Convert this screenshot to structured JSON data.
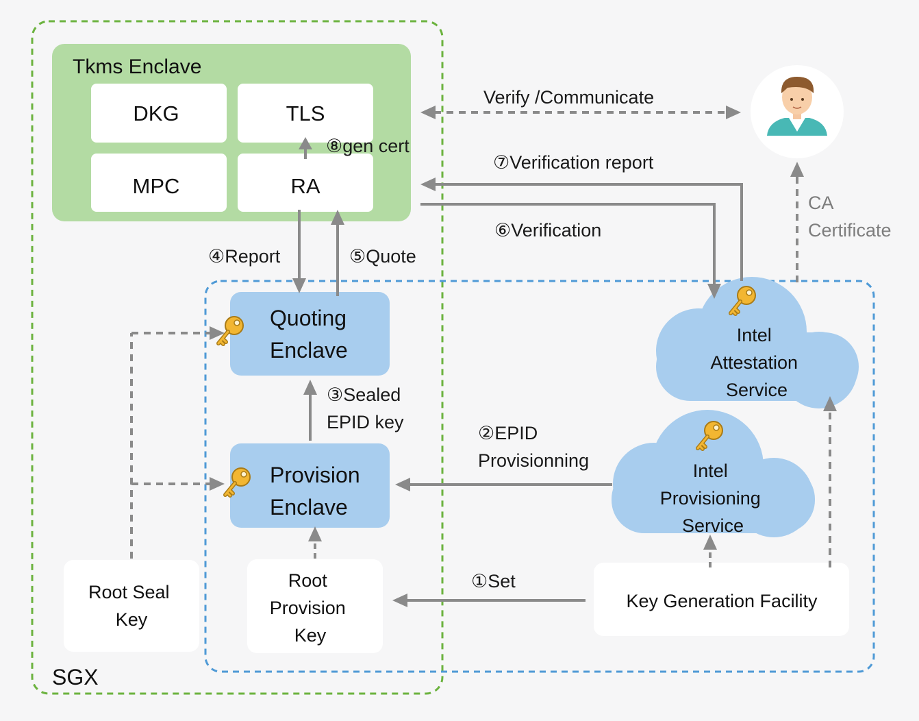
{
  "groups": {
    "tkms": {
      "title": "Tkms Enclave",
      "modules": {
        "dkg": "DKG",
        "tls": "TLS",
        "mpc": "MPC",
        "ra": "RA"
      }
    },
    "sgx_label": "SGX"
  },
  "enclaves": {
    "quoting": [
      "Quoting",
      "Enclave"
    ],
    "provision": [
      "Provision",
      "Enclave"
    ]
  },
  "keys": {
    "root_seal": [
      "Root Seal",
      "Key"
    ],
    "root_provision": [
      "Root",
      "Provision",
      "Key"
    ]
  },
  "services": {
    "attestation": [
      "Intel",
      "Attestation",
      "Service"
    ],
    "provisioning": [
      "Intel",
      "Provisioning",
      "Service"
    ],
    "key_generation": "Key Generation Facility"
  },
  "steps": {
    "s1": "①Set",
    "s2": [
      "②EPID",
      "Provisionning"
    ],
    "s3": [
      "③Sealed",
      "EPID key"
    ],
    "s4": "④Report",
    "s5": "⑤Quote",
    "s6": "⑥Verification",
    "s7": "⑦Verification report",
    "s8": "⑧gen cert"
  },
  "links": {
    "verify": "Verify /Communicate",
    "ca": [
      "CA",
      "Certificate"
    ]
  },
  "colors": {
    "green_border": "#6cb33f",
    "green_fill": "#b3dba3",
    "blue_border": "#4f9ad6",
    "blue_fill": "#a8cdee",
    "arrow": "#8a8a8a"
  }
}
